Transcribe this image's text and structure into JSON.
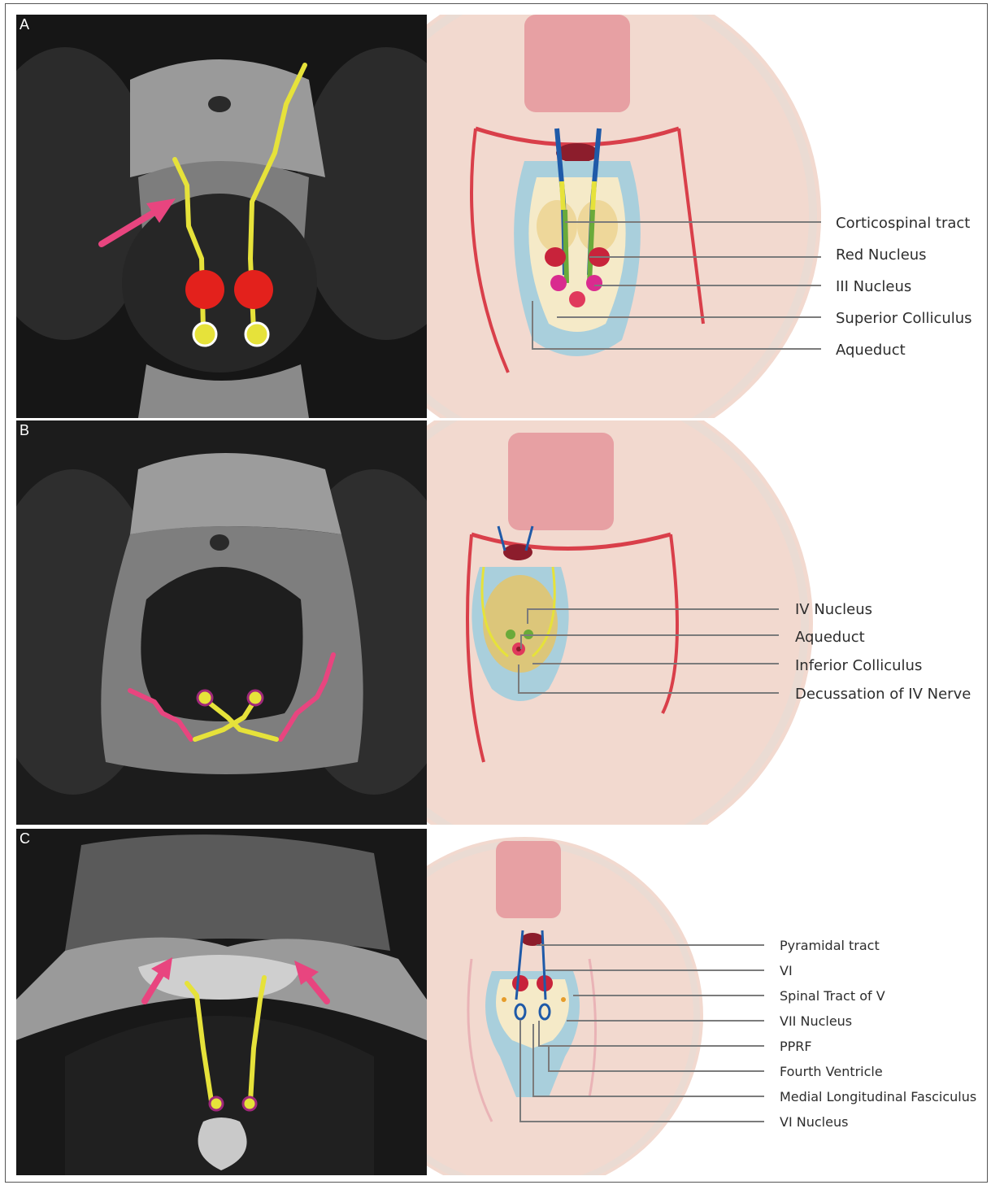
{
  "panels": [
    {
      "letter": "A",
      "labels": [
        "Corticospinal tract",
        "Red Nucleus",
        "III Nucleus",
        "Superior Colliculus",
        "Aqueduct"
      ]
    },
    {
      "letter": "B",
      "labels": [
        "IV Nucleus",
        "Aqueduct",
        "Inferior Colliculus",
        "Decussation of IV Nerve"
      ]
    },
    {
      "letter": "C",
      "labels": [
        "Pyramidal tract",
        "VI",
        "Spinal Tract of V",
        "VII Nucleus",
        "PPRF",
        "Fourth Ventricle",
        "Medial Longitudinal Fasciculus",
        "VI Nucleus"
      ]
    }
  ],
  "colors": {
    "annotation_yellow": "#e6e23a",
    "annotation_pink": "#e8457f",
    "red_nucleus": "#e3211c",
    "csf_blue": "#a9cfdc",
    "illustration_bg": "#f2d9cf"
  }
}
